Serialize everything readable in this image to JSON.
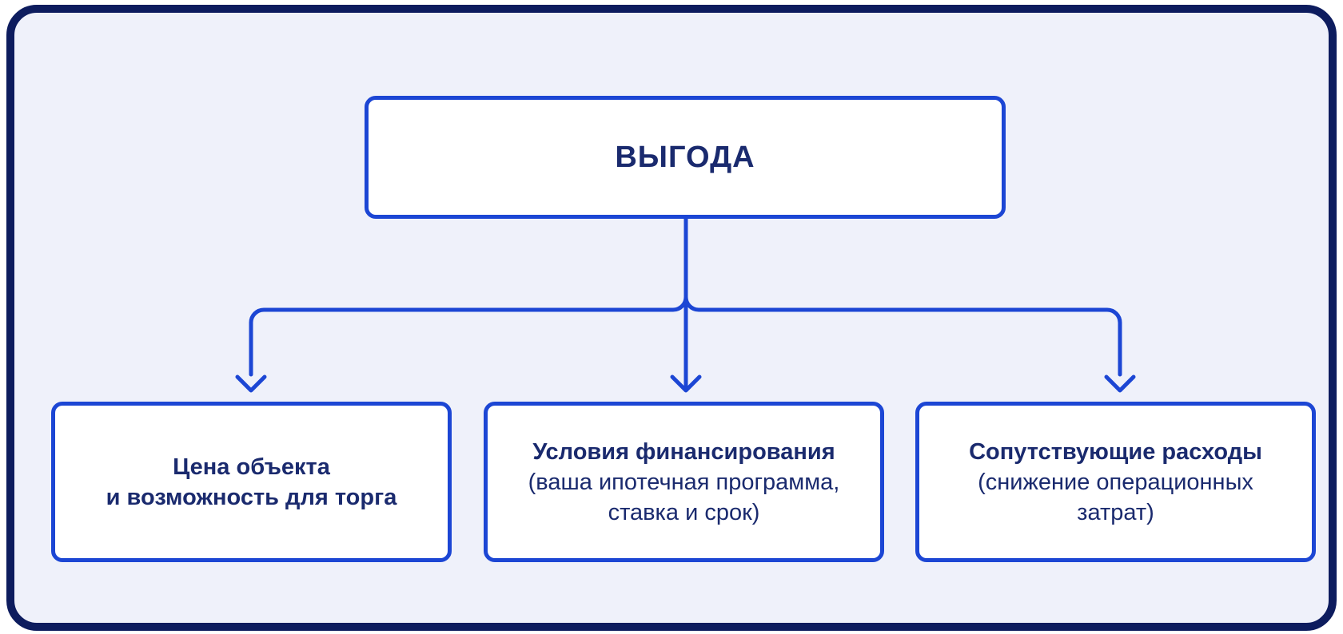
{
  "colors": {
    "page_background": "#ffffff",
    "frame_border": "#0d1c5e",
    "frame_background": "#eff1fa",
    "accent_blue": "#1c46d4",
    "node_background": "#ffffff",
    "text_navy": "#1a2a6e"
  },
  "diagram": {
    "root": {
      "title": "ВЫГОДА"
    },
    "children": [
      {
        "title": "Цена объекта\nи возможность для торга",
        "subtitle": ""
      },
      {
        "title": "Условия финансирования",
        "subtitle": "(ваша ипотечная программа,\nставка и срок)"
      },
      {
        "title": "Сопутствующие расходы",
        "subtitle": "(снижение операционных\nзатрат)"
      }
    ]
  }
}
